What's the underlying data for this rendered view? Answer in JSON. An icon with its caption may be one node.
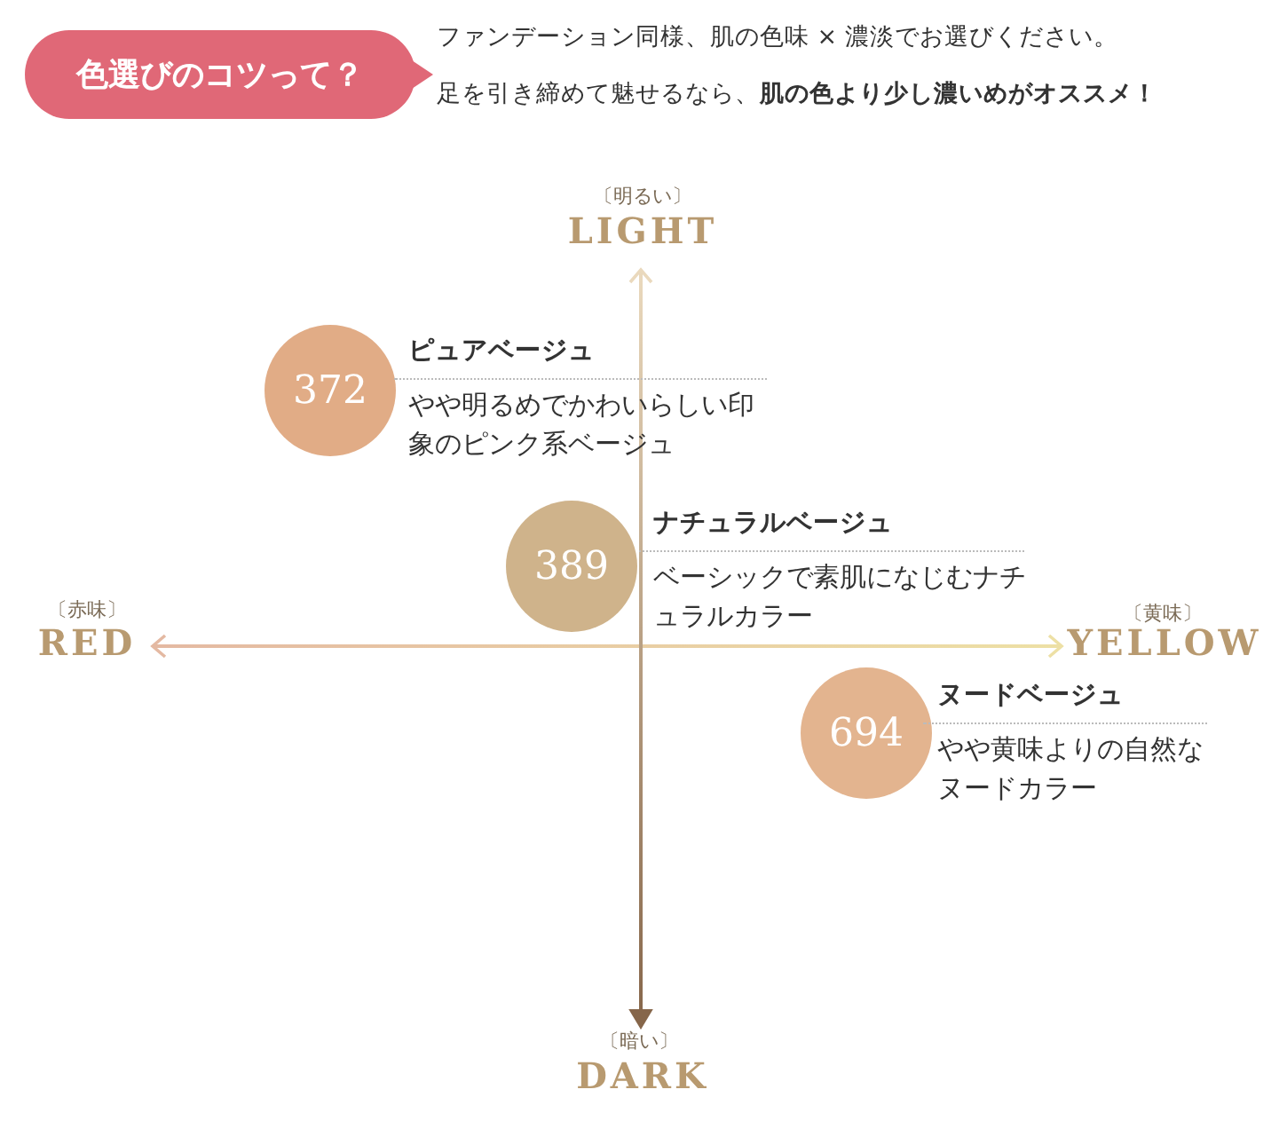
{
  "diagram": {
    "nodes": [
      {
        "text": [
          "色選びのコツって？"
        ],
        "beside": [
          "ファンデーション同様、肌の色味 × 濃淡でお選びください。",
          "足を引き締めて魅せるなら、**肌の色より少し濃いめがオススメ！**"
        ]
      },
      {
        "text": [
          "372"
        ],
        "beside": [
          "ピュアベージュ",
          "やや明るめでかわいらしい印象のピンク系ベージュ"
        ]
      },
      {
        "text": [
          "389"
        ],
        "beside": [
          "ナチュラルベージュ",
          "ベーシックで素肌になじむナチュラルカラー"
        ]
      },
      {
        "text": [
          "694"
        ],
        "beside": [
          "ヌードベージュ",
          "やや黄味よりの自然なヌードカラー"
        ]
      }
    ],
    "labels": [
      "〔明るい〕",
      "LIGHT",
      "〔赤味〕",
      "RED",
      "〔黄味〕",
      "YELLOW",
      "〔暗い〕",
      "DARK"
    ]
  }
}
